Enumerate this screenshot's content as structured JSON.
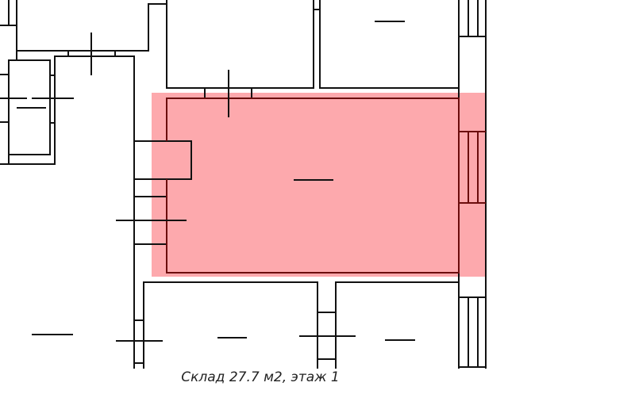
{
  "caption": "Склад 27.7 м2, этаж 1",
  "room": {
    "name": "Склад",
    "area_m2": 27.7,
    "floor": 1,
    "highlight_color": "#fda9ad",
    "highlight_wall_color": "#6b0d0d"
  },
  "colors": {
    "background": "#ffffff",
    "wall": "#111111"
  }
}
